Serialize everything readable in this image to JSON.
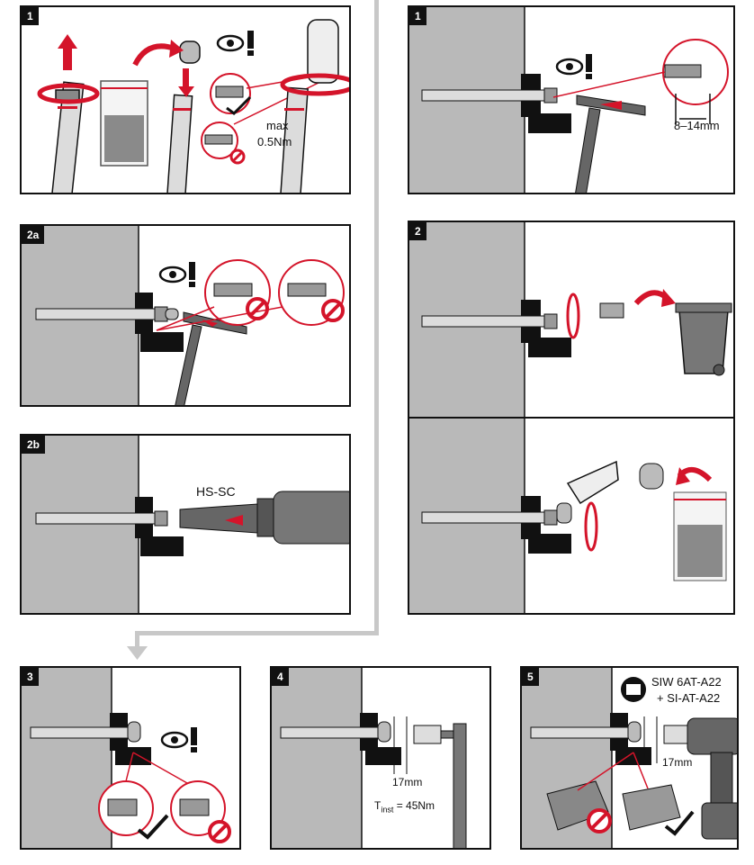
{
  "steps": {
    "s1_left": {
      "badge": "1",
      "torque_max": "max",
      "torque_value": "0.5Nm"
    },
    "s2a": {
      "badge": "2a"
    },
    "s2b": {
      "badge": "2b",
      "tool_label": "HS-SC"
    },
    "s1_right": {
      "badge": "1",
      "gap_label": "8–14mm"
    },
    "s2_right": {
      "badge": "2"
    },
    "s3": {
      "badge": "3"
    },
    "s4": {
      "badge": "4",
      "wrench_size": "17mm",
      "torque_symbol": "T",
      "torque_subscript": "inst",
      "torque_value": " = 45Nm"
    },
    "s5": {
      "badge": "5",
      "tool_line1": "SIW 6AT-A22",
      "tool_line2": "+ SI-AT-A22",
      "wrench_size": "17mm"
    }
  },
  "colors": {
    "accent_red": "#d4142a",
    "dark": "#111111",
    "concrete": "#b9b9b9",
    "flow_arrow": "#c8c8c8"
  }
}
